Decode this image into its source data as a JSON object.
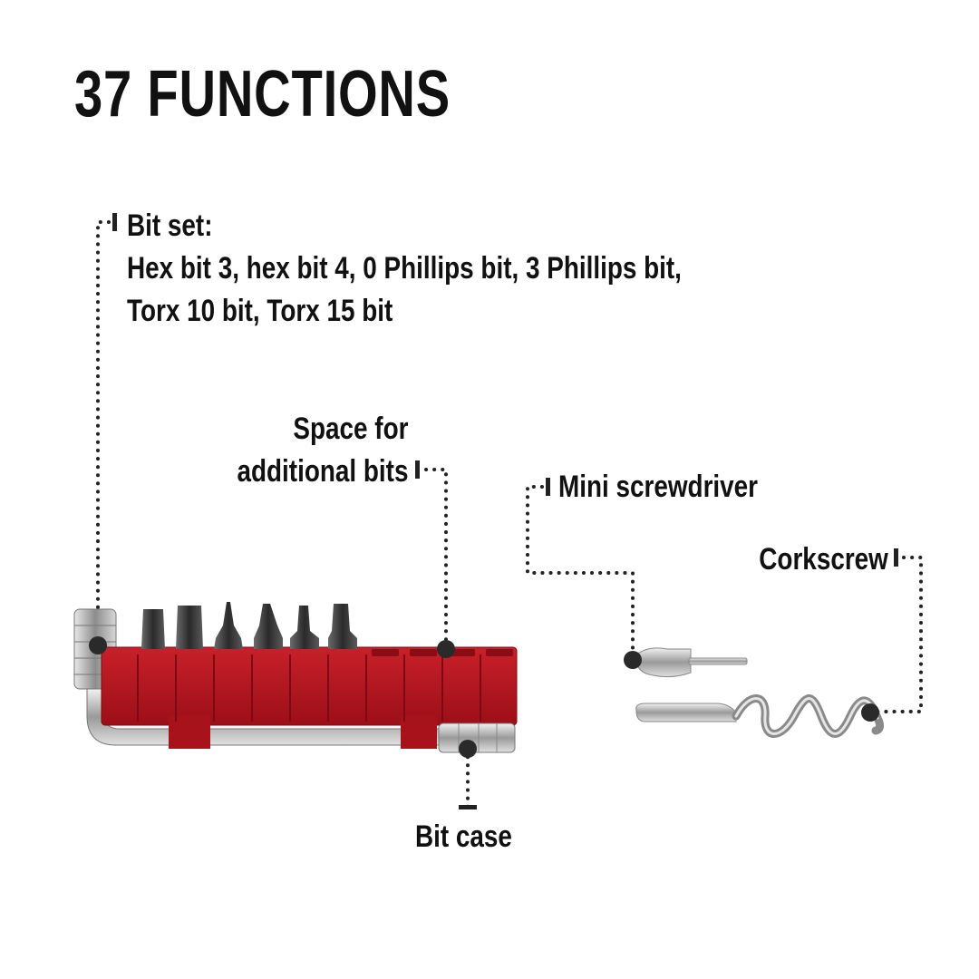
{
  "title": "37 FUNCTIONS",
  "callouts": {
    "bit_set": {
      "heading": "Bit set:",
      "line1": "Hex bit 3, hex bit 4, 0 Phillips bit, 3 Phillips bit,",
      "line2": "Torx 10 bit, Torx 15 bit"
    },
    "space": {
      "line1": "Space for",
      "line2": "additional bits"
    },
    "mini_screwdriver": "Mini screwdriver",
    "corkscrew": "Corkscrew",
    "bit_case": "Bit case"
  },
  "colors": {
    "background": "#ffffff",
    "text": "#111111",
    "case_red": "#b3121c",
    "metal": "#c8c8c8",
    "bit_dark": "#3a3a3a"
  }
}
